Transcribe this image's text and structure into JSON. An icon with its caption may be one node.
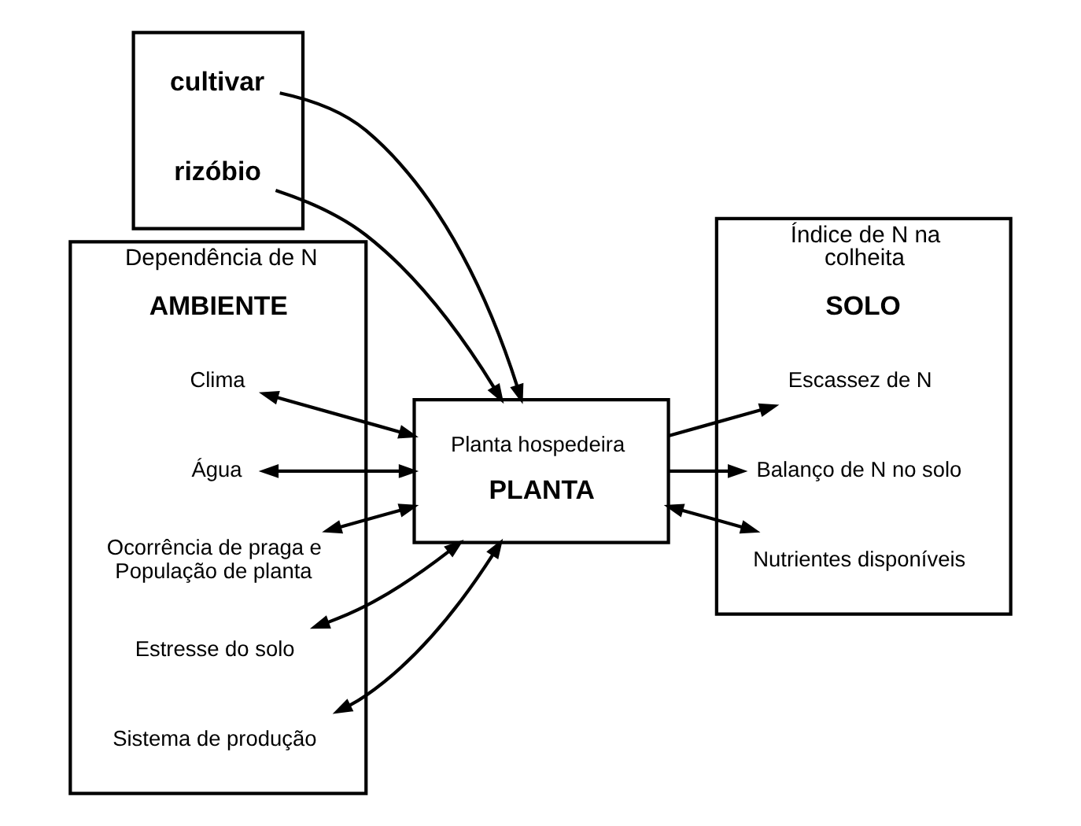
{
  "diagram": {
    "nodes": [
      {
        "text": [],
        "shape": "box"
      },
      {
        "text": [
          "cultivar"
        ],
        "in": 0
      },
      {
        "text": [
          "rizóbio"
        ],
        "in": 0
      },
      {
        "text": [
          "Planta hospedeira",
          "PLANTA"
        ]
      },
      {
        "text": [
          "Índice de N na colheita",
          "SOLO"
        ]
      },
      {
        "text": [
          "Escassez de N"
        ],
        "in": 4
      },
      {
        "text": [
          "Balanço de N no solo"
        ],
        "in": 4
      },
      {
        "text": [
          "Nutrientes disponíveis"
        ],
        "in": 4
      },
      {
        "text": [
          "Dependência de N",
          "AMBIENTE"
        ]
      },
      {
        "text": [
          "Clima"
        ],
        "in": 8
      },
      {
        "text": [
          "Água"
        ],
        "in": 8
      },
      {
        "text": [
          "Ocorrência de praga e População de planta"
        ],
        "in": 8
      },
      {
        "text": [
          "Estresse do solo"
        ],
        "in": 8
      },
      {
        "text": [
          "Sistema de produção"
        ],
        "in": 8
      }
    ],
    "edges": [
      {
        "from": 1,
        "to": 3,
        "arrow": "to"
      },
      {
        "from": 2,
        "to": 3,
        "arrow": "to"
      },
      {
        "from": 3,
        "to": 5,
        "arrow": "to"
      },
      {
        "from": 3,
        "to": 6,
        "arrow": "to"
      },
      {
        "from": 3,
        "to": 7,
        "arrow": "both"
      },
      {
        "from": 9,
        "to": 3,
        "arrow": "both"
      },
      {
        "from": 10,
        "to": 3,
        "arrow": "both"
      },
      {
        "from": 11,
        "to": 3,
        "arrow": "both"
      },
      {
        "from": 12,
        "to": 3,
        "arrow": "both"
      },
      {
        "from": 13,
        "to": 3,
        "arrow": "both"
      }
    ]
  }
}
